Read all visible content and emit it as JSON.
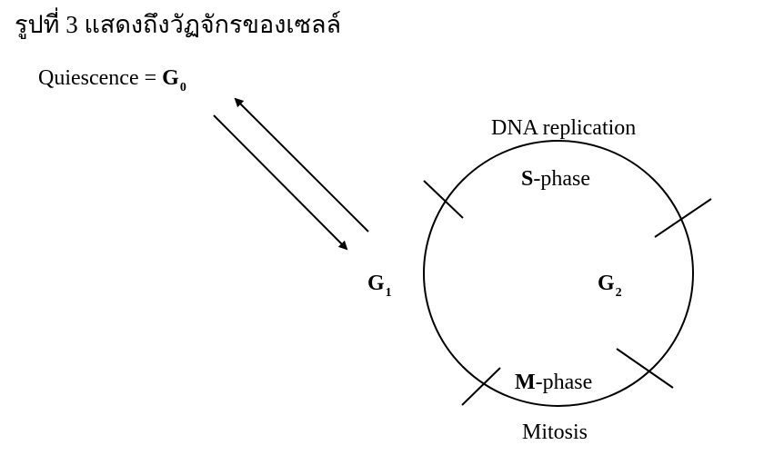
{
  "caption": "รูปที่ 3 แสดงถึงวัฏจักรของเซลล์",
  "quiescence": {
    "text": "Quiescence = ",
    "g": "G",
    "sub": "0"
  },
  "cycle": {
    "dna_replication": "DNA replication",
    "s_phase": {
      "letter": "S",
      "rest": "-phase"
    },
    "g1": {
      "g": "G",
      "sub": "1"
    },
    "g2": {
      "g": "G",
      "sub": "2"
    },
    "m_phase": {
      "letter": "M",
      "rest": "-phase"
    },
    "mitosis": "Mitosis"
  },
  "colors": {
    "ink": "#000000",
    "background": "#ffffff"
  }
}
